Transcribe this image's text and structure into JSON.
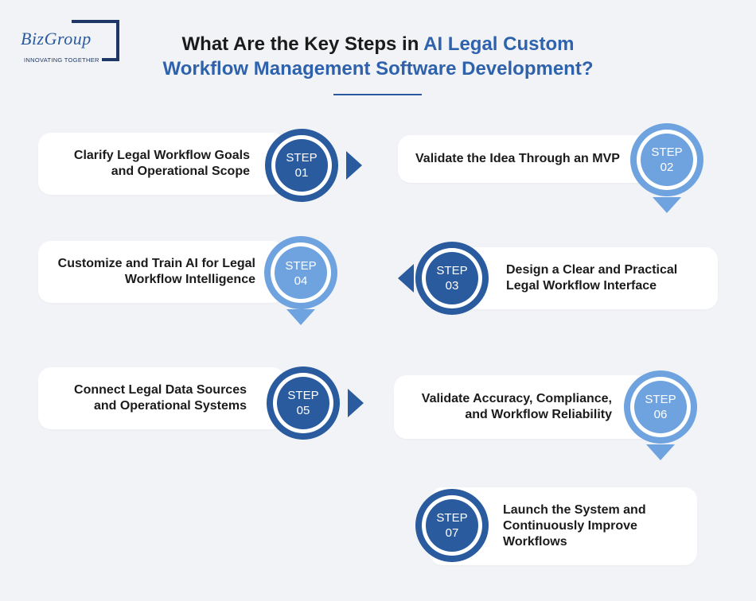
{
  "brand": {
    "name": "BizGroup",
    "tagline": "INNOVATING TOGETHER"
  },
  "title": {
    "prefix": "What Are the Key Steps in ",
    "highlight_line1": "AI Legal Custom",
    "highlight_line2": "Workflow Management Software Development?"
  },
  "colors": {
    "dark_blue": "#2a5b9f",
    "light_blue": "#6ea3e0",
    "background": "#f1f3f6",
    "card": "#ffffff"
  },
  "steps": [
    {
      "word": "STEP",
      "number": "01",
      "text": "Clarify Legal Workflow Goals\nand Operational Scope"
    },
    {
      "word": "STEP",
      "number": "02",
      "text": "Validate the Idea Through an MVP"
    },
    {
      "word": "STEP",
      "number": "03",
      "text": "Design a Clear and Practical\nLegal Workflow Interface"
    },
    {
      "word": "STEP",
      "number": "04",
      "text": "Customize and Train AI for Legal\nWorkflow Intelligence"
    },
    {
      "word": "STEP",
      "number": "05",
      "text": "Connect Legal Data Sources\nand Operational Systems"
    },
    {
      "word": "STEP",
      "number": "06",
      "text": "Validate Accuracy, Compliance,\nand Workflow Reliability"
    },
    {
      "word": "STEP",
      "number": "07",
      "text": "Launch the System and\nContinuously Improve\nWorkflows"
    }
  ]
}
